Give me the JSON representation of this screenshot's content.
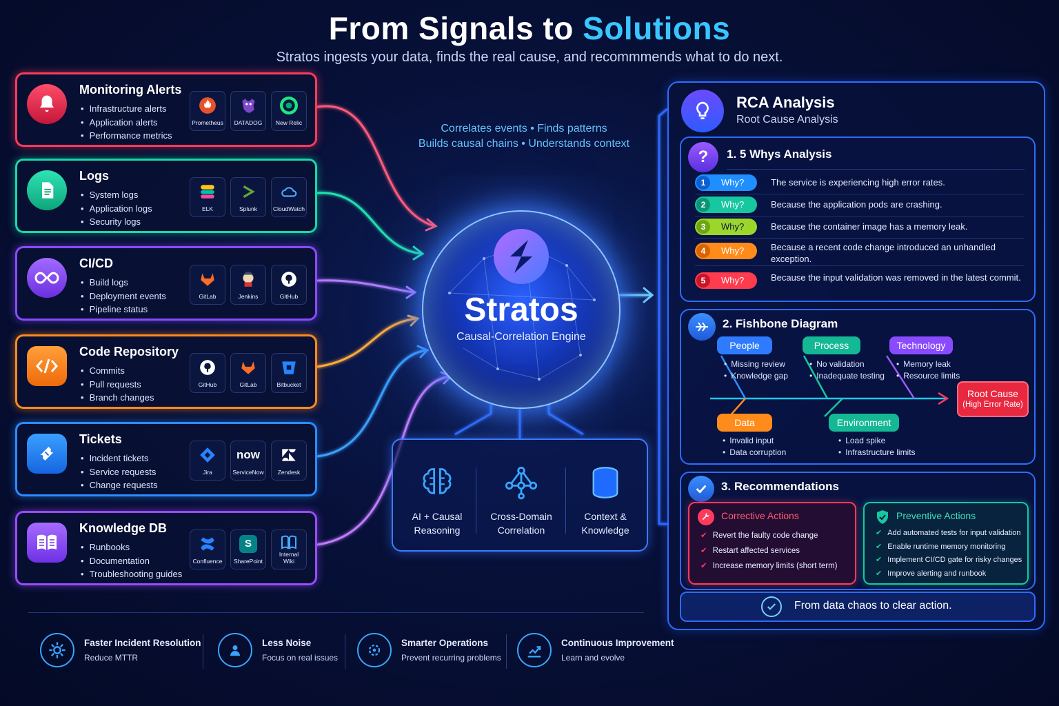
{
  "header": {
    "title_main": "From Signals to ",
    "title_accent": "Solutions",
    "subtitle": "Stratos ingests your data, finds the real cause, and recommmends what to do next."
  },
  "sources": [
    {
      "title": "Monitoring Alerts",
      "color": "#ff3b5c",
      "items": [
        "Infrastructure alerts",
        "Application alerts",
        "Performance metrics"
      ],
      "tools": [
        "Prometheus",
        "DATADOG",
        "New Relic"
      ]
    },
    {
      "title": "Logs",
      "color": "#19d8a6",
      "items": [
        "System logs",
        "Application logs",
        "Security logs"
      ],
      "tools": [
        "ELK",
        "Splunk",
        "CloudWatch"
      ]
    },
    {
      "title": "CI/CD",
      "color": "#8a4bff",
      "items": [
        "Build logs",
        "Deployment events",
        "Pipeline status"
      ],
      "tools": [
        "GitLab",
        "Jenkins",
        "GitHub"
      ]
    },
    {
      "title": "Code Repository",
      "color": "#ff8a1f",
      "items": [
        "Commits",
        "Pull requests",
        "Branch changes"
      ],
      "tools": [
        "GitHub",
        "GitLab",
        "Bitbucket"
      ]
    },
    {
      "title": "Tickets",
      "color": "#2b8cff",
      "items": [
        "Incident tickets",
        "Service requests",
        "Change requests"
      ],
      "tools": [
        "Jira",
        "ServiceNow",
        "Zendesk"
      ]
    },
    {
      "title": "Knowledge DB",
      "color": "#9a4bff",
      "items": [
        "Runbooks",
        "Documentation",
        "Troubleshooting guides"
      ],
      "tools": [
        "Confluence",
        "SharePoint",
        "Internal Wiki"
      ]
    }
  ],
  "tools_extra": {
    "servicenow_logo": "now",
    "sharepoint_logo": "S"
  },
  "center": {
    "tagline_1": "Correlates events  •  Finds patterns",
    "tagline_2": "Builds causal chains  •  Understands context",
    "name": "Stratos",
    "subtitle": "Causal-Correlation Engine",
    "capabilities": [
      {
        "label_1": "AI + Causal",
        "label_2": "Reasoning",
        "icon": "brain-icon"
      },
      {
        "label_1": "Cross-Domain",
        "label_2": "Correlation",
        "icon": "network-icon"
      },
      {
        "label_1": "Context &",
        "label_2": "Knowledge",
        "icon": "database-icon"
      }
    ]
  },
  "rca": {
    "title": "RCA Analysis",
    "subtitle": "Root Cause Analysis",
    "whys_title": "1.  5 Whys Analysis",
    "whys": [
      {
        "num": "1",
        "label": "Why?",
        "color": "#1f8fff",
        "text": "The service is experiencing high error rates."
      },
      {
        "num": "2",
        "label": "Why?",
        "color": "#17c7a0",
        "text": "Because the application pods are crashing."
      },
      {
        "num": "3",
        "label": "Why?",
        "color": "#9dd62a",
        "text": "Because the container image has a memory leak."
      },
      {
        "num": "4",
        "label": "Why?",
        "color": "#ff8c1a",
        "text": "Because a recent code change introduced an unhandled exception."
      },
      {
        "num": "5",
        "label": "Why?",
        "color": "#ff3b4e",
        "text": "Because the input validation was removed in the latest commit."
      }
    ],
    "fishbone_title": "2.  Fishbone Diagram",
    "fishbone": {
      "people": {
        "label": "People",
        "items": [
          "Missing review",
          "Knowledge gap"
        ]
      },
      "process": {
        "label": "Process",
        "items": [
          "No validation",
          "Inadequate testing"
        ]
      },
      "technology": {
        "label": "Technology",
        "items": [
          "Memory leak",
          "Resource limits"
        ]
      },
      "data": {
        "label": "Data",
        "items": [
          "Invalid input",
          "Data corruption"
        ]
      },
      "environment": {
        "label": "Environment",
        "items": [
          "Load spike",
          "Infrastructure limits"
        ]
      },
      "root_cause": {
        "line1": "Root Cause",
        "line2": "(High Error Rate)"
      }
    },
    "rec_title": "3.  Recommendations",
    "corrective": {
      "title": "Corrective Actions",
      "items": [
        "Revert the faulty code change",
        "Restart affected services",
        "Increase memory limits (short term)"
      ]
    },
    "preventive": {
      "title": "Preventive Actions",
      "items": [
        "Add automated tests for input validation",
        "Enable runtime memory monitoring",
        "Implement CI/CD gate for risky changes",
        "Improve alerting and runbook"
      ]
    },
    "banner": "From data chaos to clear action."
  },
  "footer": [
    {
      "title": "Faster Incident Resolution",
      "sub": "Reduce MTTR",
      "icon": "gear-icon"
    },
    {
      "title": "Less Noise",
      "sub": "Focus on real issues",
      "icon": "focus-user-icon"
    },
    {
      "title": "Smarter Operations",
      "sub": "Prevent recurring problems",
      "icon": "smart-gear-icon"
    },
    {
      "title": "Continuous Improvement",
      "sub": "Learn and evolve",
      "icon": "growth-icon"
    }
  ]
}
